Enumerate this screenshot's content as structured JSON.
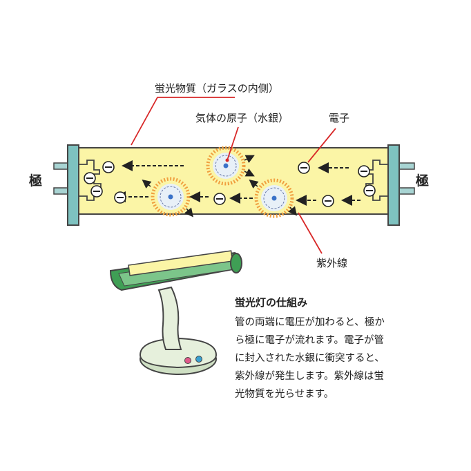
{
  "labels": {
    "phosphor": "蛍光物質（ガラスの内側）",
    "gas_atom": "気体の原子（水銀）",
    "electron": "電子",
    "ultraviolet": "紫外線",
    "pole_left": "極",
    "pole_right": "極"
  },
  "electron_symbol": "⊖",
  "description": {
    "title": "蛍光灯の仕組み",
    "body": "管の両端に電圧が加わると、極か\nら極に電子が流れます。電子が管\nに封入された水銀に衝突すると、\n紫外線が発生します。紫外線は蛍\n光物質を光らせます。"
  },
  "colors": {
    "tube_fill": "#fbf5a6",
    "tube_outline": "#444444",
    "end_cap": "#7ec2c0",
    "pin": "#a8d4d3",
    "atom_glow": "#f0a040",
    "atom_inner": "#e8f0f8",
    "label_line": "#d82828",
    "lamp_green": "#3f9f55",
    "lamp_base": "#e6f0dc",
    "dot_pink": "#e05a8a",
    "dot_blue": "#3aa0d0"
  }
}
